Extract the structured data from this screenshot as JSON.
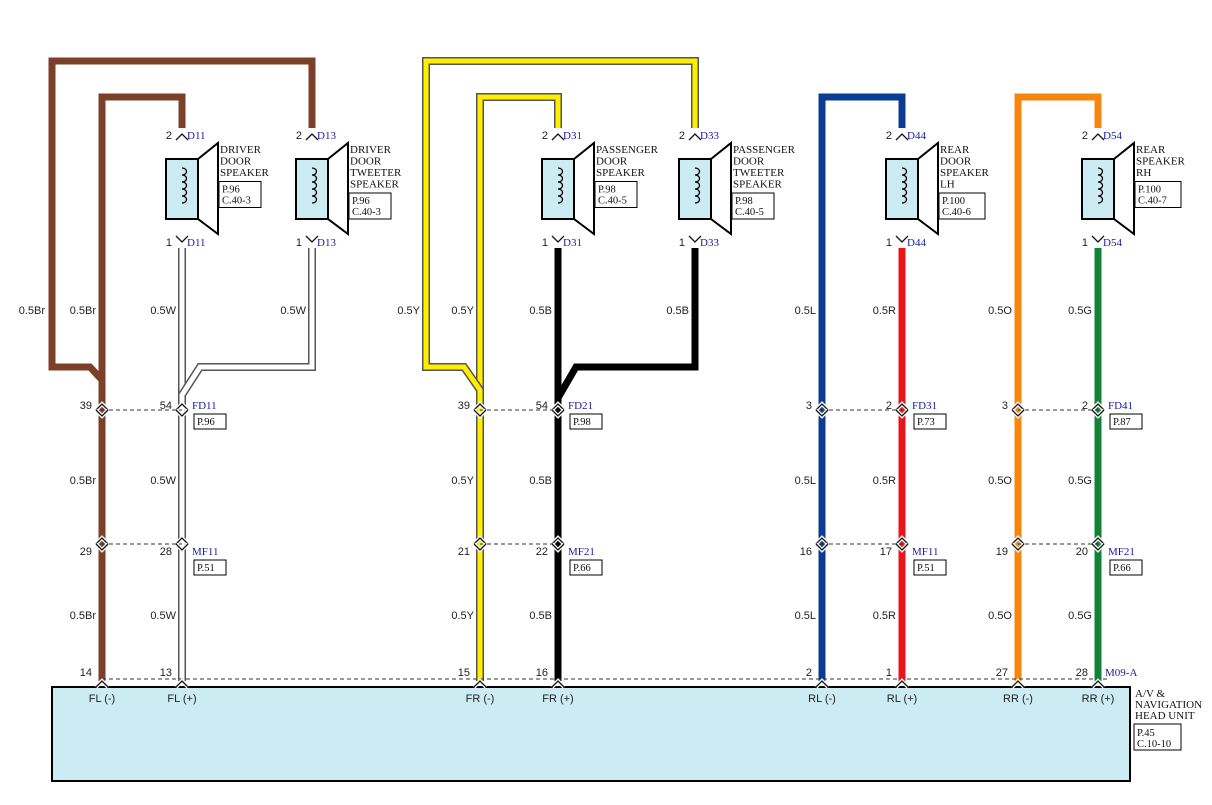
{
  "colors": {
    "brown": "#7b3f2a",
    "white": "#ffffff",
    "yellow": "#ffee00",
    "black": "#000000",
    "blue": "#0a3d91",
    "red": "#e8161b",
    "orange": "#f7860f",
    "green": "#118337",
    "unit_fill": "#cdebf3"
  },
  "head_unit": {
    "name_line1": "A/V &",
    "name_line2": "NAVIGATION",
    "name_line3": "HEAD UNIT",
    "page": "P.45",
    "circuit": "C.10-10",
    "connector": "M09-A",
    "terminals": [
      {
        "label": "FL (-)",
        "pin": "14"
      },
      {
        "label": "FL (+)",
        "pin": "13"
      },
      {
        "label": "FR (-)",
        "pin": "15"
      },
      {
        "label": "FR (+)",
        "pin": "16"
      },
      {
        "label": "RL (-)",
        "pin": "2"
      },
      {
        "label": "RL (+)",
        "pin": "1"
      },
      {
        "label": "RR (-)",
        "pin": "27"
      },
      {
        "label": "RR (+)",
        "pin": "28"
      }
    ]
  },
  "speakers": [
    {
      "line1": "DRIVER",
      "line2": "DOOR",
      "line3": "SPEAKER",
      "line4": "",
      "page": "P.96",
      "circuit": "C.40-3",
      "connector": "D11",
      "pin_top": "2",
      "pin_bottom": "1"
    },
    {
      "line1": "DRIVER",
      "line2": "DOOR",
      "line3": "TWEETER",
      "line4": "SPEAKER",
      "page": "P.96",
      "circuit": "C.40-3",
      "connector": "D13",
      "pin_top": "2",
      "pin_bottom": "1"
    },
    {
      "line1": "PASSENGER",
      "line2": "DOOR",
      "line3": "SPEAKER",
      "line4": "",
      "page": "P.98",
      "circuit": "C.40-5",
      "connector": "D31",
      "pin_top": "2",
      "pin_bottom": "1"
    },
    {
      "line1": "PASSENGER",
      "line2": "DOOR",
      "line3": "TWEETER",
      "line4": "SPEAKER",
      "page": "P.98",
      "circuit": "C.40-5",
      "connector": "D33",
      "pin_top": "2",
      "pin_bottom": "1"
    },
    {
      "line1": "REAR",
      "line2": "DOOR",
      "line3": "SPEAKER",
      "line4": "LH",
      "page": "P.100",
      "circuit": "C.40-6",
      "connector": "D44",
      "pin_top": "2",
      "pin_bottom": "1"
    },
    {
      "line1": "REAR",
      "line2": "SPEAKER",
      "line3": "RH",
      "line4": "",
      "page": "P.100",
      "circuit": "C.40-7",
      "connector": "D54",
      "pin_top": "2",
      "pin_bottom": "1"
    }
  ],
  "inline_connectors": [
    {
      "name": "FD11",
      "page": "P.96",
      "pin_a": "39",
      "pin_b": "54"
    },
    {
      "name": "FD21",
      "page": "P.98",
      "pin_a": "39",
      "pin_b": "54"
    },
    {
      "name": "FD31",
      "page": "P.73",
      "pin_a": "3",
      "pin_b": "2"
    },
    {
      "name": "FD41",
      "page": "P.87",
      "pin_a": "3",
      "pin_b": "2"
    },
    {
      "name": "MF11",
      "page": "P.51",
      "pin_a": "29",
      "pin_b": "28"
    },
    {
      "name": "MF21",
      "page": "P.66",
      "pin_a": "21",
      "pin_b": "22"
    },
    {
      "name": "MF11",
      "page": "P.51",
      "pin_a": "16",
      "pin_b": "17"
    },
    {
      "name": "MF21",
      "page": "P.66",
      "pin_a": "19",
      "pin_b": "20"
    }
  ],
  "wire_labels": {
    "brown": "0.5Br",
    "white": "0.5W",
    "yellow": "0.5Y",
    "black": "0.5B",
    "blue": "0.5L",
    "red": "0.5R",
    "orange": "0.5O",
    "green": "0.5G"
  }
}
